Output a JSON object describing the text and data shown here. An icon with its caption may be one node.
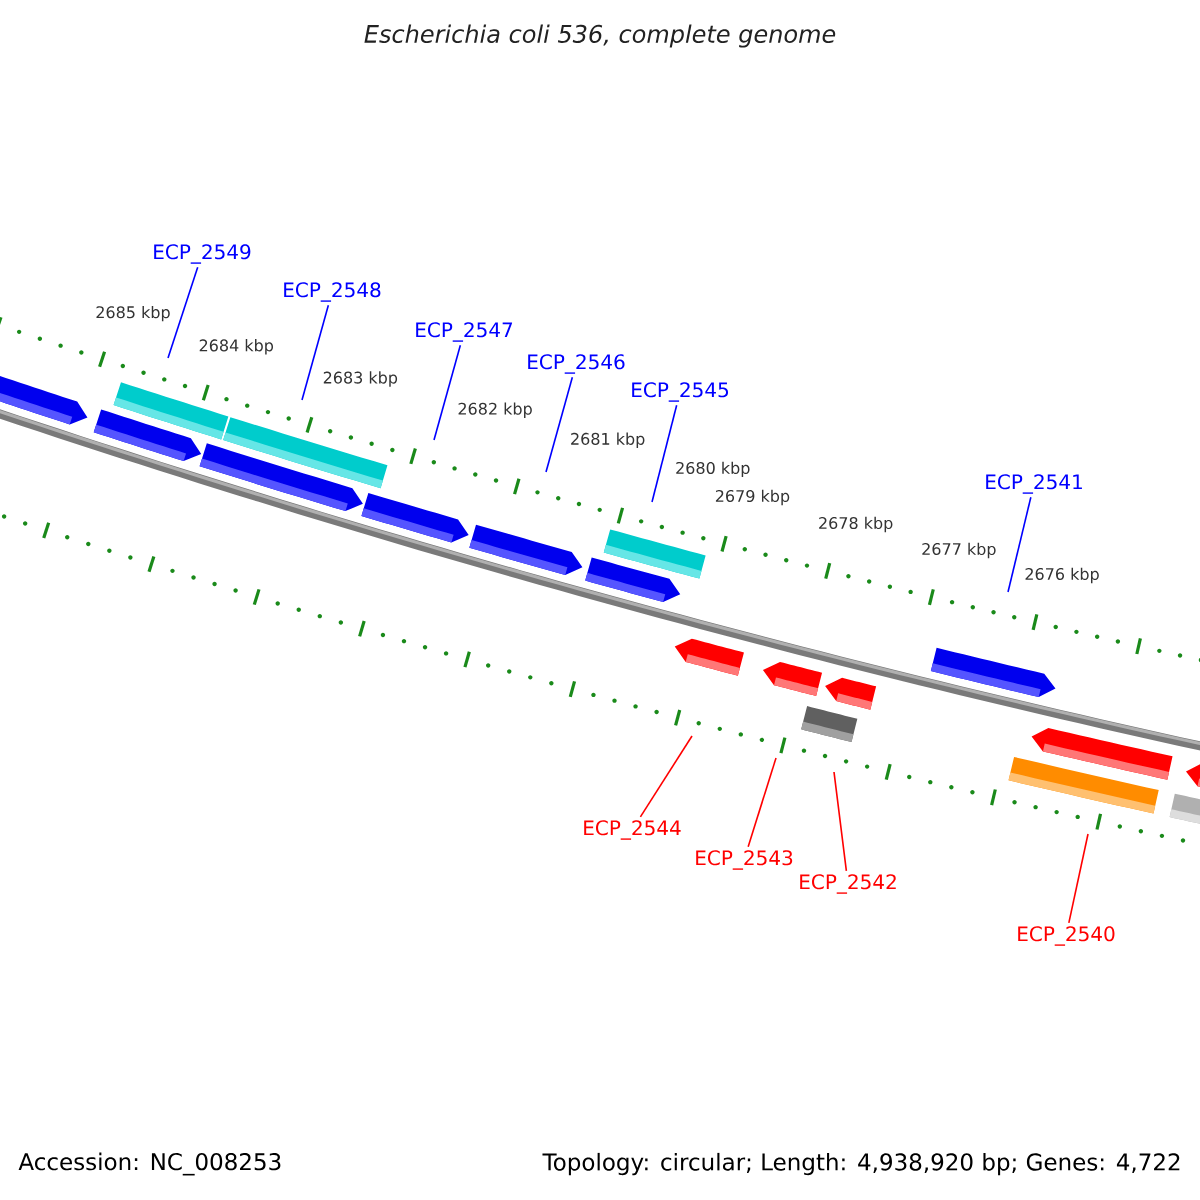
{
  "diagram": {
    "title": "Escherichia coli 536, complete genome",
    "nodes": [
      {
        "text": [
          "ECP_2549"
        ]
      },
      {
        "text": [
          "ECP_2548"
        ]
      },
      {
        "text": [
          "ECP_2547"
        ]
      },
      {
        "text": [
          "ECP_2546"
        ]
      },
      {
        "text": [
          "ECP_2545"
        ]
      },
      {
        "text": [
          "ECP_2541"
        ]
      },
      {
        "text": [
          "ECP_2544"
        ]
      },
      {
        "text": [
          "ECP_2543"
        ]
      },
      {
        "text": [
          "ECP_2542"
        ]
      },
      {
        "text": [
          "ECP_2540"
        ]
      }
    ],
    "edges": [
      {
        "from": 0,
        "to": null,
        "arrow": "none"
      },
      {
        "from": 1,
        "to": null,
        "arrow": "none"
      },
      {
        "from": 2,
        "to": null,
        "arrow": "none"
      },
      {
        "from": 3,
        "to": null,
        "arrow": "none"
      },
      {
        "from": 4,
        "to": null,
        "arrow": "none"
      },
      {
        "from": 5,
        "to": null,
        "arrow": "none"
      },
      {
        "from": 6,
        "to": null,
        "arrow": "none",
        "color": "#ff0000"
      },
      {
        "from": 7,
        "to": null,
        "arrow": "none",
        "color": "#ff0000"
      },
      {
        "from": 8,
        "to": null,
        "arrow": "none",
        "color": "#ff0000"
      },
      {
        "from": 9,
        "to": null,
        "arrow": "none",
        "color": "#ff0000"
      }
    ],
    "labels": [
      "2685 kbp",
      "2684 kbp",
      "2683 kbp",
      "2682 kbp",
      "2681 kbp",
      "2680 kbp",
      "2679 kbp",
      "2678 kbp",
      "2677 kbp",
      "2676 kbp",
      "Accession: NC_008253",
      "Topology: circular; Length: 4,938,920 bp; Genes: 4,722"
    ]
  }
}
